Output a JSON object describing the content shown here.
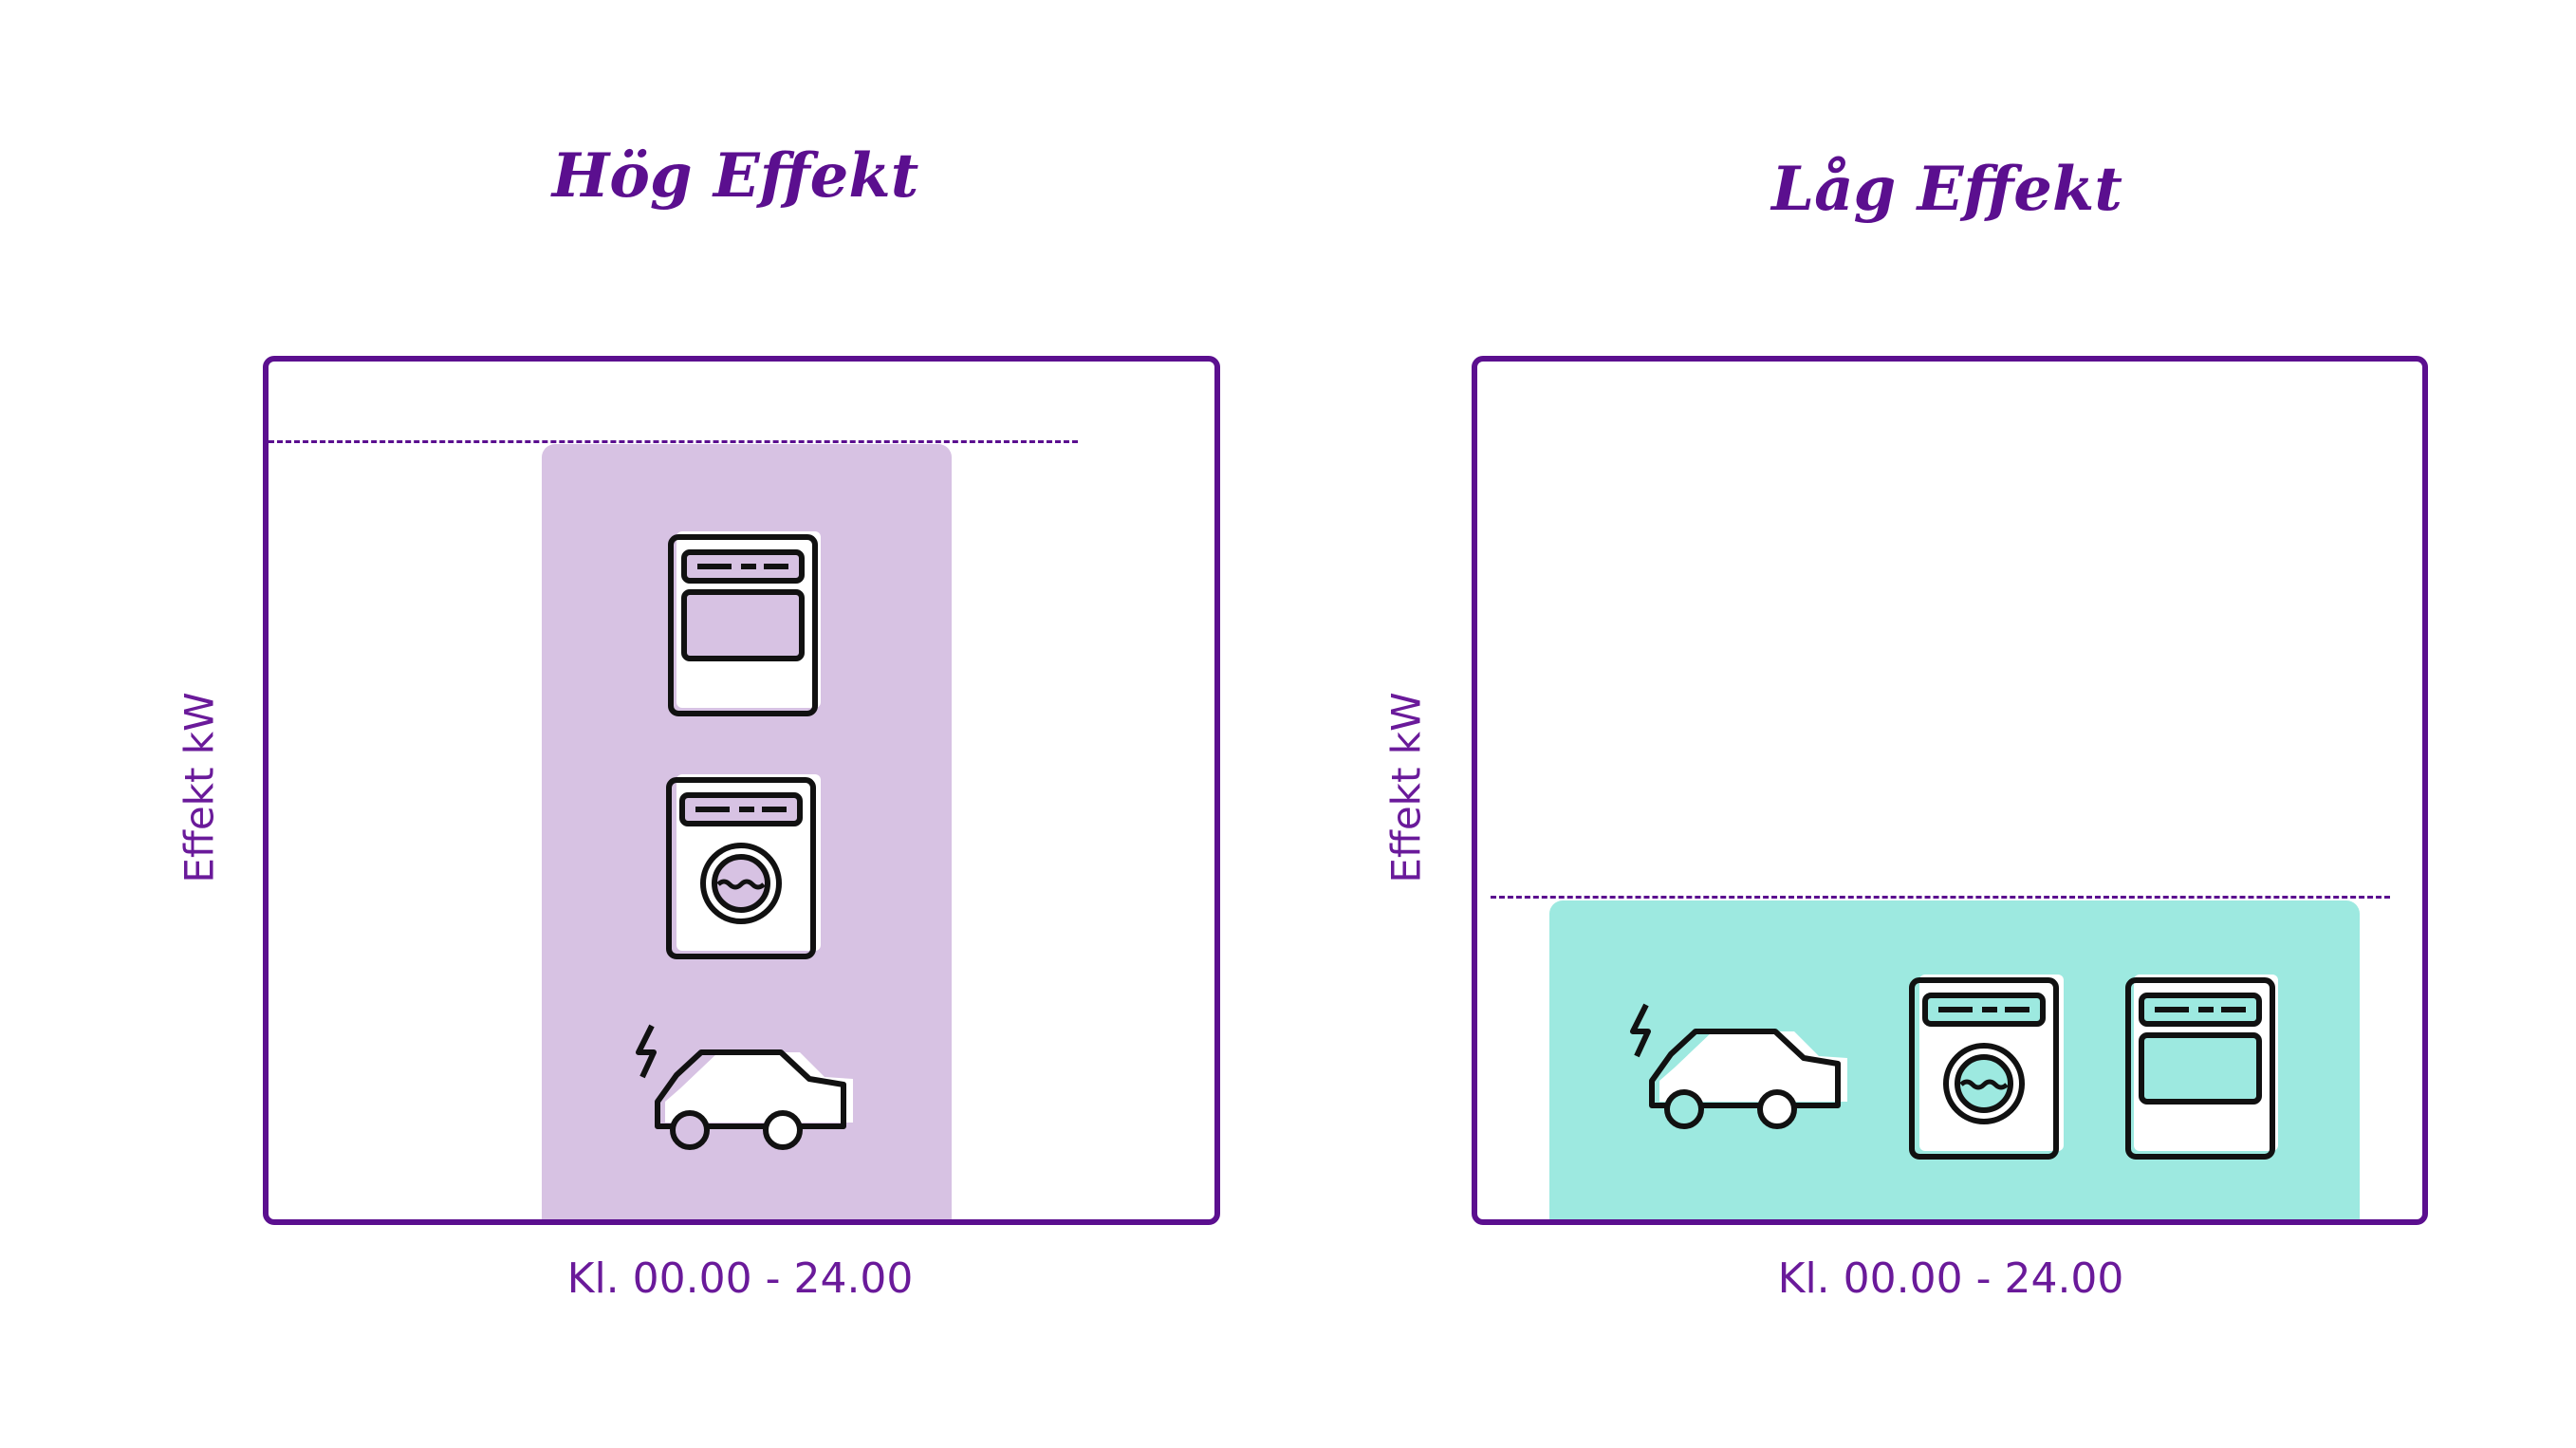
{
  "panels": [
    {
      "title": "Hög Effekt",
      "ylabel": "Effekt kW",
      "xlabel": "Kl. 00.00 - 24.00",
      "fill_color": "#d7c2e3",
      "level": "high"
    },
    {
      "title": "Låg Effekt",
      "ylabel": "Effekt kW",
      "xlabel": "Kl. 00.00 - 24.00",
      "fill_color": "#9de9e0",
      "level": "low"
    }
  ],
  "colors": {
    "accent": "#5b0f8f",
    "high_fill": "#d7c2e3",
    "low_fill": "#9de9e0"
  },
  "icons": {
    "high": [
      "oven-icon",
      "washing-machine-icon",
      "electric-car-icon"
    ],
    "low": [
      "electric-car-icon",
      "washing-machine-icon",
      "oven-icon"
    ]
  }
}
